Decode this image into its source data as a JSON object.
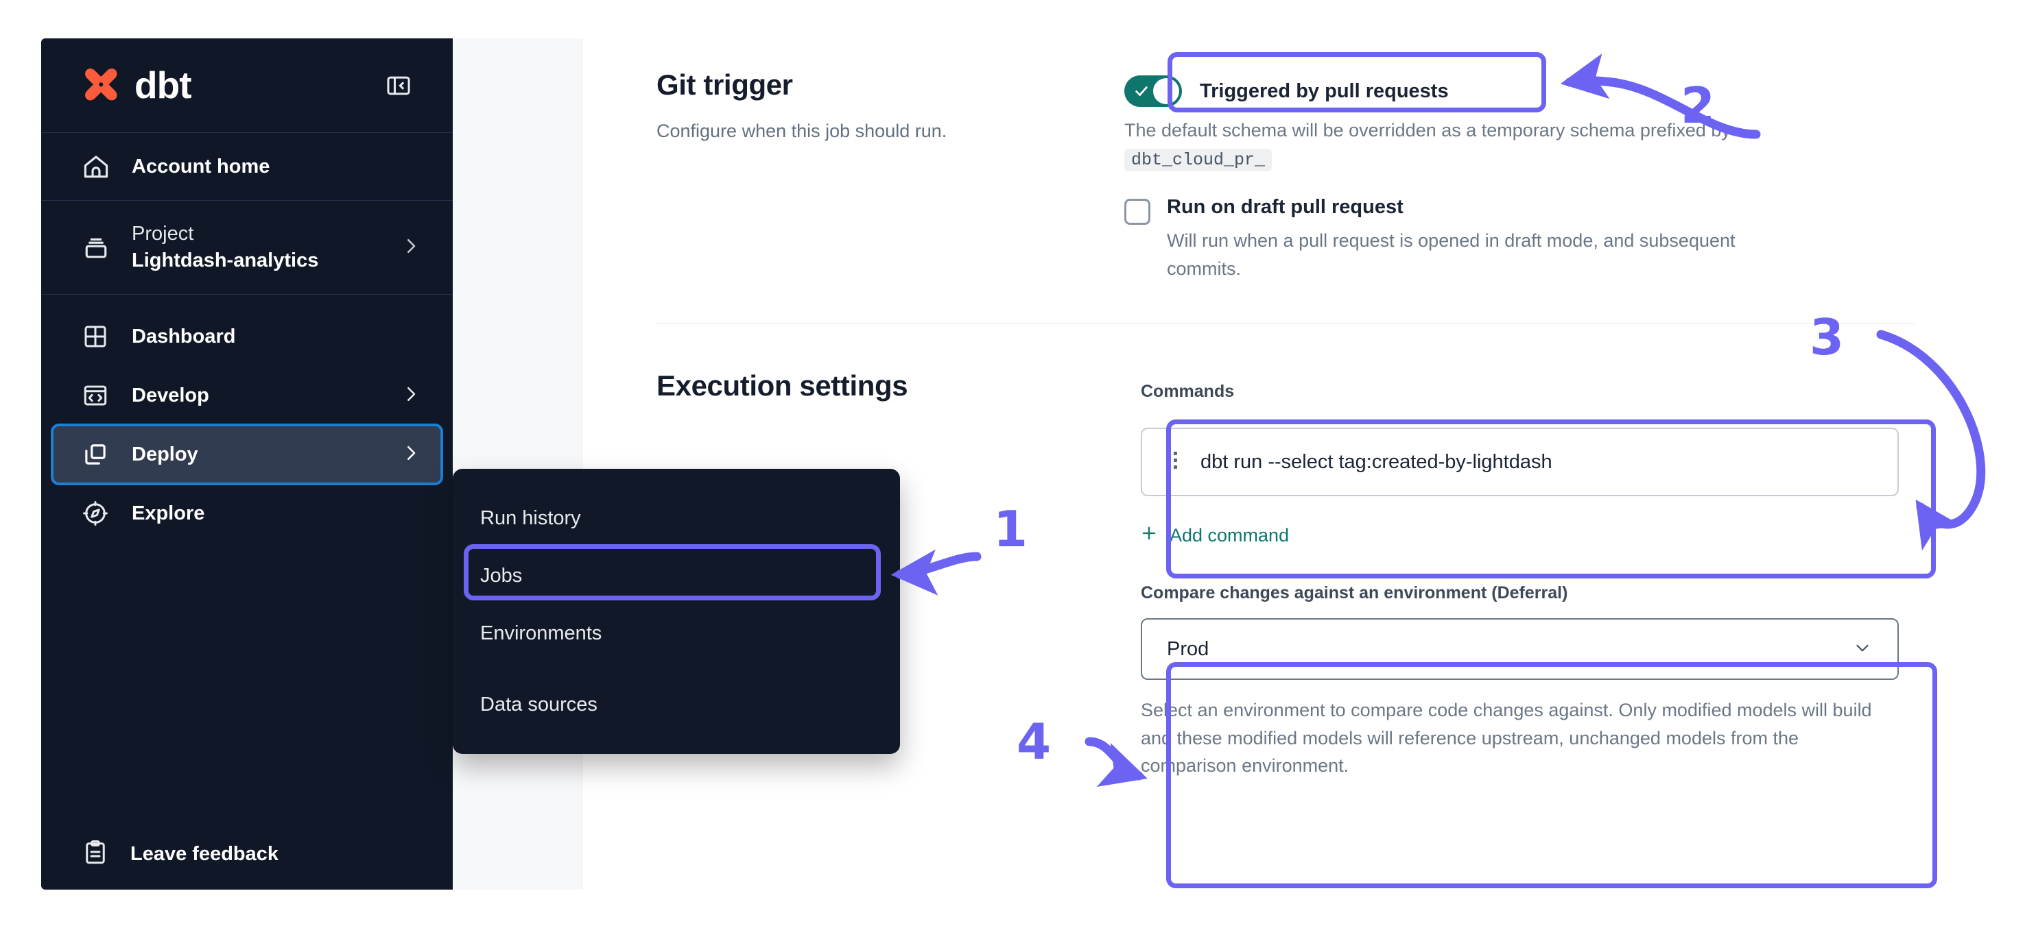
{
  "sidebar": {
    "brand": {
      "name": "dbt",
      "logo_icon": "dbt-x-logo",
      "accent": "#fc5c3c"
    },
    "collapse_icon": "panel-collapse-left-icon",
    "account_home": {
      "label": "Account home",
      "icon": "home-icon"
    },
    "project": {
      "caption": "Project",
      "name": "Lightdash-analytics",
      "icon": "project-stack-icon",
      "chevron": "chevron-right-icon"
    },
    "items": [
      {
        "label": "Dashboard",
        "icon": "grid-dashboard-icon",
        "has_chevron": false,
        "active": false
      },
      {
        "label": "Develop",
        "icon": "code-window-icon",
        "has_chevron": true,
        "active": false
      },
      {
        "label": "Deploy",
        "icon": "deploy-windows-icon",
        "has_chevron": true,
        "active": true
      },
      {
        "label": "Explore",
        "icon": "compass-icon",
        "has_chevron": false,
        "active": false
      }
    ],
    "feedback": {
      "label": "Leave feedback",
      "icon": "clipboard-icon"
    },
    "active_outline_color": "#1b7fd4"
  },
  "deploy_menu": {
    "items": [
      {
        "label": "Run history",
        "highlighted": false
      },
      {
        "label": "Jobs",
        "highlighted": true
      },
      {
        "label": "Environments",
        "highlighted": false
      },
      {
        "label": "Data sources",
        "highlighted": false
      }
    ]
  },
  "git_trigger": {
    "title": "Git trigger",
    "subtitle": "Configure when this job should run.",
    "toggle": {
      "label": "Triggered by pull requests",
      "state": "on",
      "color": "#0f766e",
      "icon": "check-icon"
    },
    "helper_prefix": "The default schema will be overridden as a temporary schema prefixed by",
    "helper_code": "dbt_cloud_pr_",
    "checkbox": {
      "label": "Run on draft pull request",
      "checked": false,
      "description": "Will run when a pull request is opened in draft mode, and subsequent commits."
    }
  },
  "execution_settings": {
    "title": "Execution settings",
    "commands": {
      "label": "Commands",
      "items": [
        {
          "text": "dbt run --select tag:created-by-lightdash",
          "grip_icon": "drag-handle-icon"
        }
      ],
      "add_label": "Add command",
      "add_icon": "plus-icon",
      "add_color": "#0f766e"
    },
    "deferral": {
      "label": "Compare changes against an environment (Deferral)",
      "value": "Prod",
      "chevron_icon": "chevron-down-icon",
      "description": "Select an environment to compare code changes against. Only modified models will build and these modified models will reference upstream, unchanged models from the comparison environment."
    }
  },
  "annotations": {
    "color": "#6c63f2",
    "markers": [
      {
        "number": "1",
        "points_to": "deploy-menu-jobs"
      },
      {
        "number": "2",
        "points_to": "triggered-by-pull-requests-toggle"
      },
      {
        "number": "3",
        "points_to": "commands-section"
      },
      {
        "number": "4",
        "points_to": "deferral-section"
      }
    ]
  }
}
